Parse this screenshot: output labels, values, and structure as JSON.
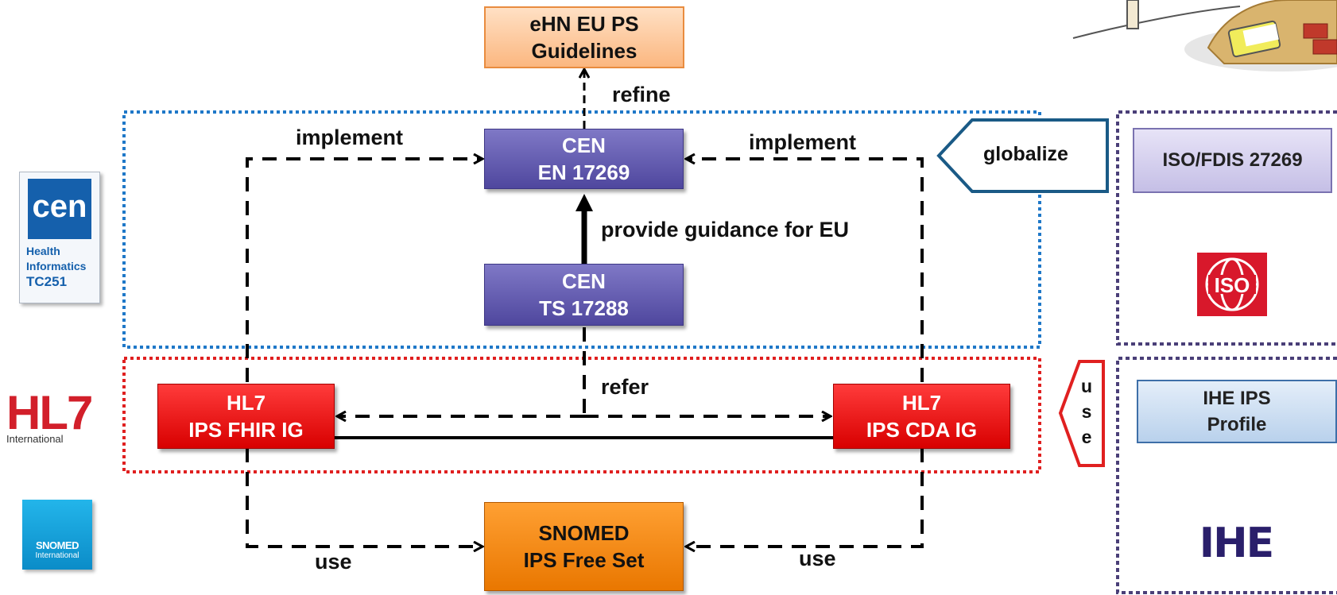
{
  "boxes": {
    "ehn": {
      "line1": "eHN EU PS",
      "line2": "Guidelines"
    },
    "cen_en": {
      "line1": "CEN",
      "line2": "EN 17269"
    },
    "cen_ts": {
      "line1": "CEN",
      "line2": "TS 17288"
    },
    "hl7_fhir": {
      "line1": "HL7",
      "line2": "IPS FHIR IG"
    },
    "hl7_cda": {
      "line1": "HL7",
      "line2": "IPS CDA IG"
    },
    "snomed": {
      "line1": "SNOMED",
      "line2": "IPS Free Set"
    },
    "iso_fdis": {
      "text": "ISO/FDIS 27269"
    },
    "ihe_ips": {
      "line1": "IHE IPS",
      "line2": "Profile"
    }
  },
  "labels": {
    "refine": "refine",
    "implement_left": "implement",
    "implement_right": "implement",
    "provide_guidance": "provide guidance for EU",
    "refer": "refer",
    "use_left": "use",
    "use_right": "use",
    "globalize": "globalize",
    "use_vertical": [
      "u",
      "s",
      "e"
    ]
  },
  "logos": {
    "cen": {
      "mark": "cen",
      "line1": "Health",
      "line2": "Informatics",
      "line3": "TC251"
    },
    "hl7": {
      "mark": "HL7",
      "sub": "International"
    },
    "snomed": {
      "mark": "SNOMED",
      "sub": "International"
    },
    "iso": {
      "mark": "ISO"
    },
    "ihe": {
      "mark": "IHE"
    }
  },
  "colors": {
    "cen_region": "#1f78c8",
    "hl7_region": "#e02020",
    "right_region": "#4a3f78",
    "globalize_arrow": "#1a5a86",
    "use_arrow": "#e02020"
  }
}
